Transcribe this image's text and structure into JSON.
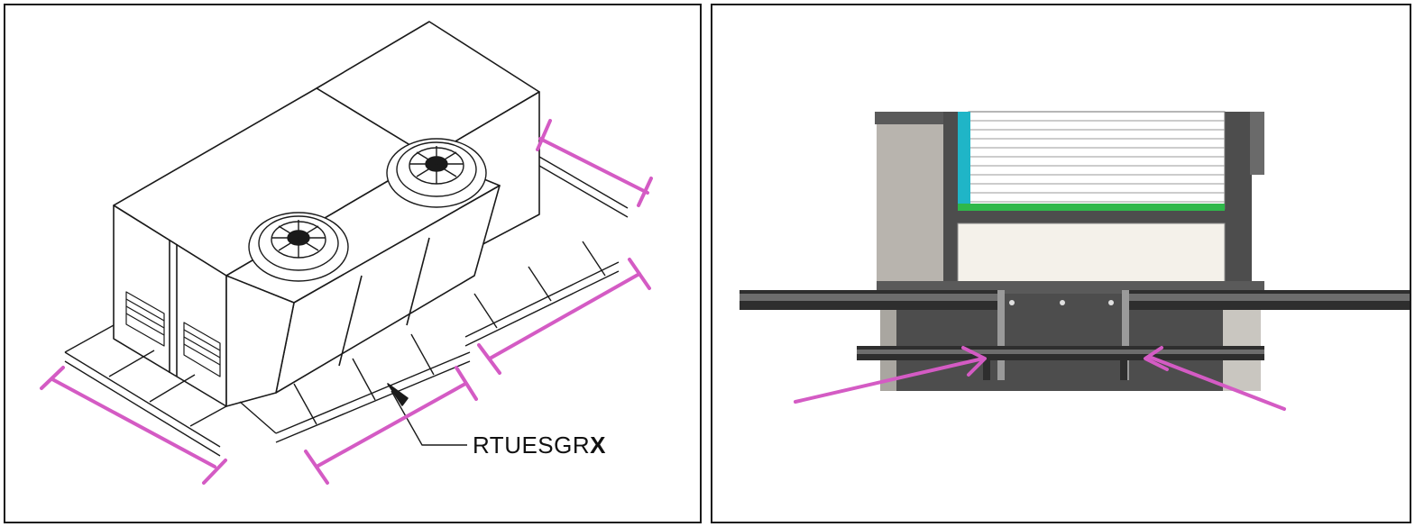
{
  "left_panel": {
    "callout": {
      "label_prefix": "RTUESGR",
      "label_suffix": "X"
    },
    "colors": {
      "dimension_marker": "#d45bc4",
      "line_art": "#1a1a1a"
    }
  },
  "right_panel": {
    "colors": {
      "arrow": "#d45bc4",
      "rail": "#3a3a3a",
      "cabinet_dark": "#4d4d4d",
      "cabinet_light": "#b8b4ae",
      "panel_cream": "#f4f1ea",
      "filter_accent_cyan": "#1fb5c7",
      "filter_accent_green": "#2fb84a"
    },
    "arrow_icons": [
      "arrow-left-pointing",
      "arrow-right-pointing"
    ]
  }
}
